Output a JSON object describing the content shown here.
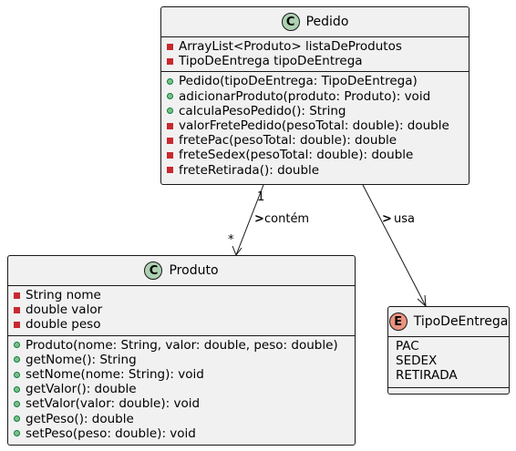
{
  "pedido": {
    "name": "Pedido",
    "stereotype": "C",
    "attributes": [
      {
        "visibility": "private",
        "text": "ArrayList<Produto> listaDeProdutos"
      },
      {
        "visibility": "private",
        "text": "TipoDeEntrega tipoDeEntrega"
      }
    ],
    "methods": [
      {
        "visibility": "public",
        "text": "Pedido(tipoDeEntrega: TipoDeEntrega)"
      },
      {
        "visibility": "public",
        "text": "adicionarProduto(produto: Produto): void"
      },
      {
        "visibility": "public",
        "text": "calculaPesoPedido(): String"
      },
      {
        "visibility": "private",
        "text": "valorFretePedido(pesoTotal: double): double"
      },
      {
        "visibility": "private",
        "text": "fretePac(pesoTotal: double): double"
      },
      {
        "visibility": "private",
        "text": "freteSedex(pesoTotal: double): double"
      },
      {
        "visibility": "private",
        "text": "freteRetirada(): double"
      }
    ]
  },
  "produto": {
    "name": "Produto",
    "stereotype": "C",
    "attributes": [
      {
        "visibility": "private",
        "text": "String nome"
      },
      {
        "visibility": "private",
        "text": "double valor"
      },
      {
        "visibility": "private",
        "text": "double peso"
      }
    ],
    "methods": [
      {
        "visibility": "public",
        "text": "Produto(nome: String, valor: double, peso: double)"
      },
      {
        "visibility": "public",
        "text": "getNome(): String"
      },
      {
        "visibility": "public",
        "text": "setNome(nome: String): void"
      },
      {
        "visibility": "public",
        "text": "getValor(): double"
      },
      {
        "visibility": "public",
        "text": "setValor(valor: double): void"
      },
      {
        "visibility": "public",
        "text": "getPeso(): double"
      },
      {
        "visibility": "public",
        "text": "setPeso(peso: double): void"
      }
    ]
  },
  "tipoDeEntrega": {
    "name": "TipoDeEntrega",
    "stereotype": "E",
    "literals": [
      "PAC",
      "SEDEX",
      "RETIRADA"
    ]
  },
  "relations": {
    "contem": {
      "label": "contém",
      "direction_glyph": ">",
      "source_multiplicity": "1",
      "target_multiplicity": "*"
    },
    "usa": {
      "label": "usa",
      "direction_glyph": ">"
    }
  },
  "colors": {
    "class_fill": "#f1f1f1",
    "class_badge": "#add1b2",
    "enum_badge": "#eb937f",
    "private_marker": "#c82930",
    "public_marker": "#84be84",
    "line": "#181818"
  }
}
